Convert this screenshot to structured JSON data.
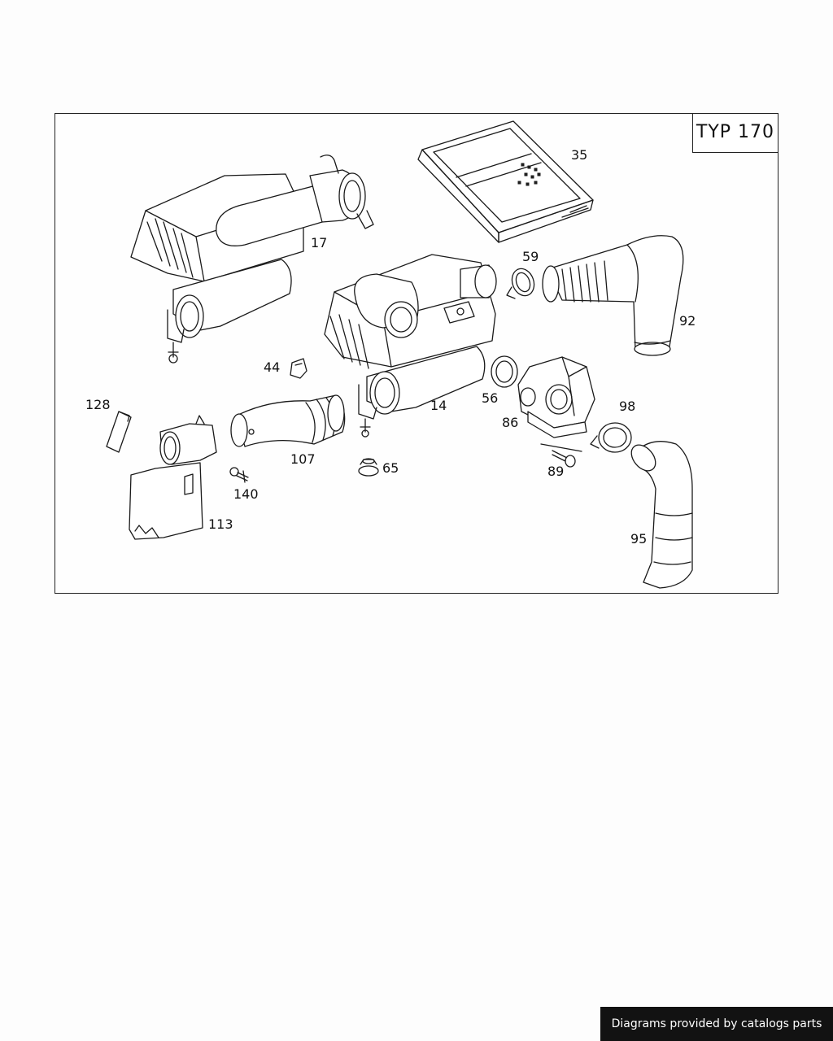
{
  "diagram": {
    "type_label": "TYP 170",
    "parts": [
      {
        "id": "35",
        "label": "35"
      },
      {
        "id": "17",
        "label": "17"
      },
      {
        "id": "59",
        "label": "59"
      },
      {
        "id": "92",
        "label": "92"
      },
      {
        "id": "44",
        "label": "44"
      },
      {
        "id": "56",
        "label": "56"
      },
      {
        "id": "128",
        "label": "128"
      },
      {
        "id": "14",
        "label": "14"
      },
      {
        "id": "86",
        "label": "86"
      },
      {
        "id": "98",
        "label": "98"
      },
      {
        "id": "107",
        "label": "107"
      },
      {
        "id": "65",
        "label": "65"
      },
      {
        "id": "89",
        "label": "89"
      },
      {
        "id": "140",
        "label": "140"
      },
      {
        "id": "113",
        "label": "113"
      },
      {
        "id": "95",
        "label": "95"
      }
    ]
  },
  "footer": {
    "credit": "Diagrams provided by catalogs parts"
  }
}
